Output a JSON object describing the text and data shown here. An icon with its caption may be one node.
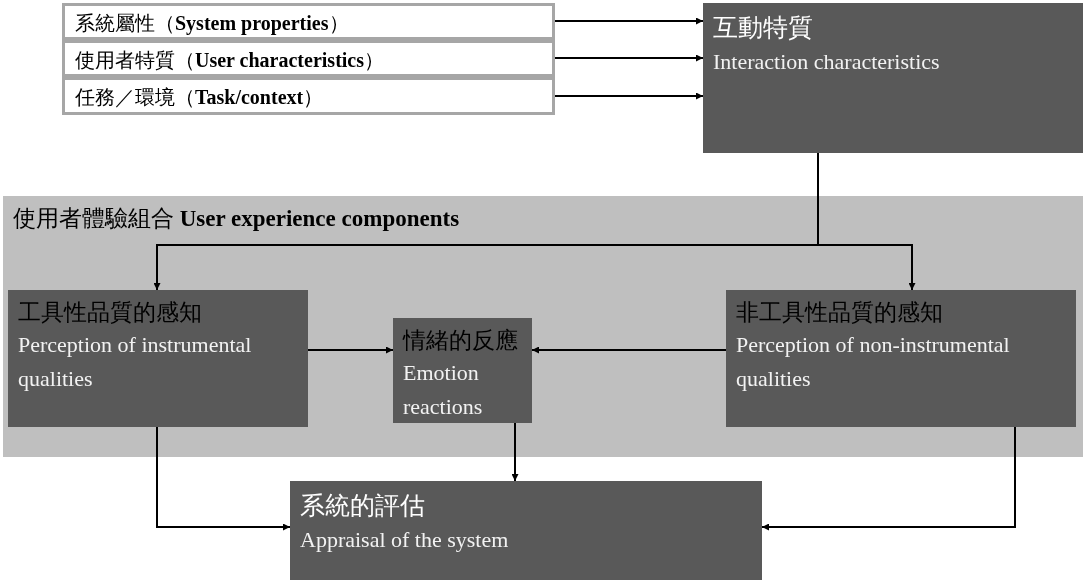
{
  "diagram": {
    "nodes": [
      {
        "text": [
          "系統屬性（**System properties**）"
        ]
      },
      {
        "text": [
          "使用者特質（**User characteristics**）"
        ]
      },
      {
        "text": [
          "任務／環境（**Task/context**）"
        ]
      },
      {
        "text": [
          "互動特質",
          "Interaction characteristics"
        ]
      },
      {
        "text": [
          "使用者體驗組合 **User experience components**"
        ]
      },
      {
        "text": [
          "工具性品質的感知",
          "Perception of instrumental qualities"
        ],
        "in": 4
      },
      {
        "text": [
          "情緒的反應",
          "Emotion reactions"
        ],
        "in": 4
      },
      {
        "text": [
          "非工具性品質的感知",
          "Perception of non-instrumental qualities"
        ],
        "in": 4
      },
      {
        "text": [
          "系統的評估",
          "Appraisal of the system"
        ]
      }
    ],
    "edges": [
      {
        "from": 0,
        "to": 3,
        "arrow": "to"
      },
      {
        "from": 1,
        "to": 3,
        "arrow": "to"
      },
      {
        "from": 2,
        "to": 3,
        "arrow": "to"
      },
      {
        "from": 3,
        "to": 5,
        "arrow": "to"
      },
      {
        "from": 3,
        "to": 7,
        "arrow": "to"
      },
      {
        "from": 5,
        "to": 6,
        "arrow": "to"
      },
      {
        "from": 7,
        "to": 6,
        "arrow": "to"
      },
      {
        "from": 6,
        "to": 8,
        "arrow": "to"
      },
      {
        "from": 5,
        "to": 8,
        "arrow": "to"
      },
      {
        "from": 7,
        "to": 8,
        "arrow": "to"
      }
    ]
  }
}
